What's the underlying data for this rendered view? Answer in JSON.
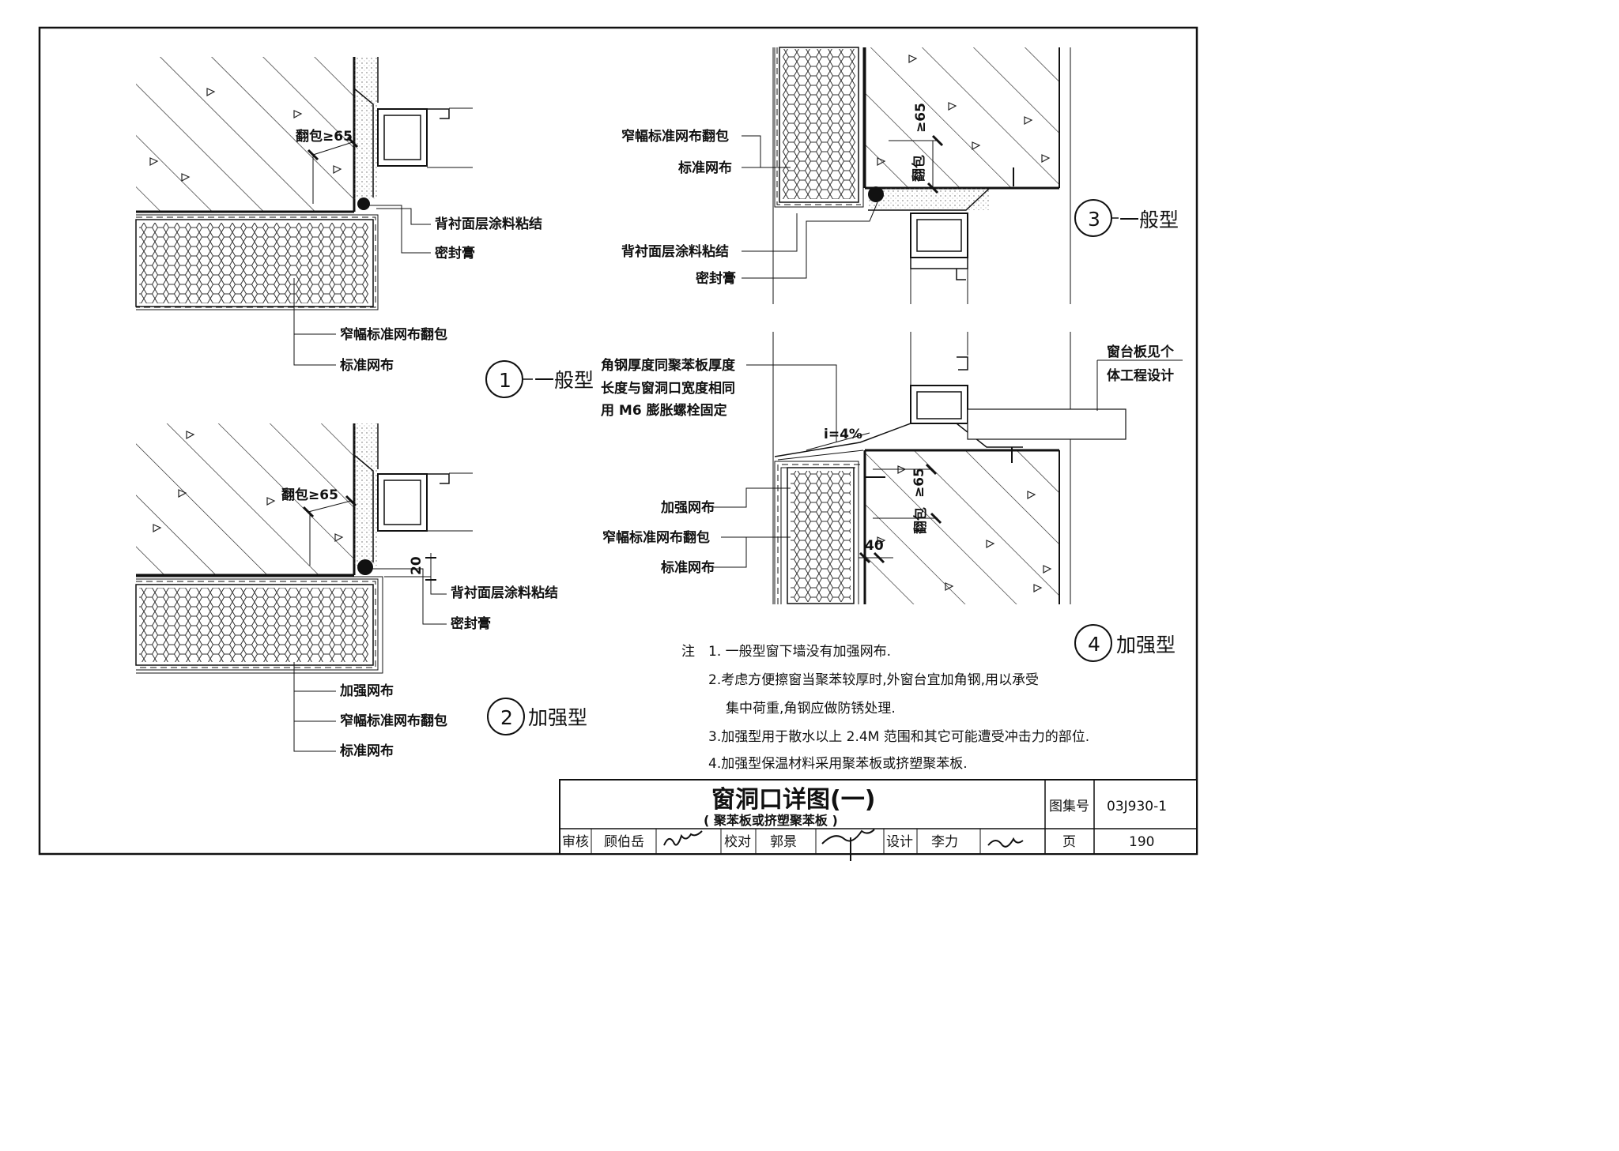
{
  "labels": {
    "fanbao": "翻包≥65",
    "fanbao_split": "翻包",
    "ge65": "≥65",
    "beichen": "背衬面层涂料粘结",
    "mifeng": "密封膏",
    "zhaifu": "窄幅标准网布翻包",
    "biaozhun": "标准网布",
    "jiaqiang_wb": "加强网布",
    "dim20": "20",
    "dim40": "40",
    "slope": "i=4%",
    "jiaogang_l1": "角钢厚度同聚苯板厚度",
    "jiaogang_l2": "长度与窗洞口宽度相同",
    "jiaogang_l3": "用 M6 膨胀螺栓固定",
    "chuangtai_l1": "窗台板见个",
    "chuangtai_l2": "体工程设计"
  },
  "details": [
    {
      "number": "1",
      "type": "一般型"
    },
    {
      "number": "2",
      "type": "加强型"
    },
    {
      "number": "3",
      "type": "一般型"
    },
    {
      "number": "4",
      "type": "加强型"
    }
  ],
  "notes": {
    "prefix": "注",
    "items": [
      "1.  一般型窗下墙没有加强网布.",
      "2.考虑方便擦窗当聚苯较厚时,外窗台宜加角钢,用以承受",
      "集中荷重,角钢应做防锈处理.",
      "3.加强型用于散水以上 2.4M 范围和其它可能遭受冲击力的部位.",
      "4.加强型保温材料采用聚苯板或挤塑聚苯板."
    ]
  },
  "title_block": {
    "title": "窗洞口详图(一)",
    "subtitle": "( 聚苯板或挤塑聚苯板 )",
    "atlas_label": "图集号",
    "atlas_no": "03J930-1",
    "page_label": "页",
    "page_no": "190",
    "review_label": "审核",
    "reviewer": "顾伯岳",
    "check_label": "校对",
    "checker": "郭景",
    "design_label": "设计",
    "designer": "李力"
  }
}
